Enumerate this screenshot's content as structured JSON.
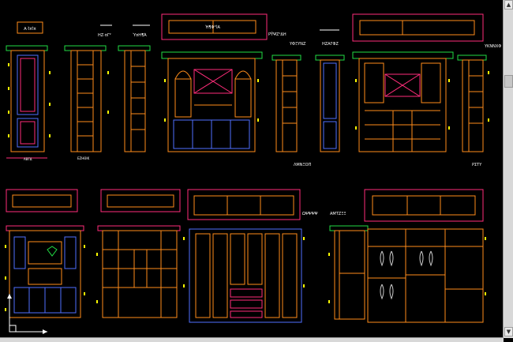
{
  "drawing": {
    "labels": {
      "l_a": "Α·Ί¤Ί¤",
      "l_b": "Ή¶Φ¹ΊΑ",
      "title_1": "ΗΖ·¤Γ²",
      "title_2": "Ύ¤Η¶Ά",
      "title_3": "ΡΫΨΖ¹ΔΗ",
      "title_4": "ΥΦΞΥΝΖ",
      "title_5": "ΗΖΑΓΦΖ",
      "title_6": "ΥΚΝΝΧΦ",
      "title_7": "ΩΨΨΨΨ",
      "title_8": "ΑΜΤΖΞΞ",
      "caption_1": "ΑΒΓΔ",
      "caption_2": "ΕΖΗΘΙΚ",
      "caption_3": "ΛΜΝΞΟΠ",
      "caption_4": "ΡΣΤΥ"
    },
    "colors": {
      "background": "#000000",
      "cabinet": "#ff8c1a",
      "panel": "#4f6fff",
      "trim": "#ff2d7a",
      "top": "#22dd44",
      "dim": "#ffff00",
      "text": "#ffffff"
    }
  },
  "scrollbar": {
    "up_icon": "chevron-up-icon",
    "down_icon": "chevron-down-icon"
  }
}
